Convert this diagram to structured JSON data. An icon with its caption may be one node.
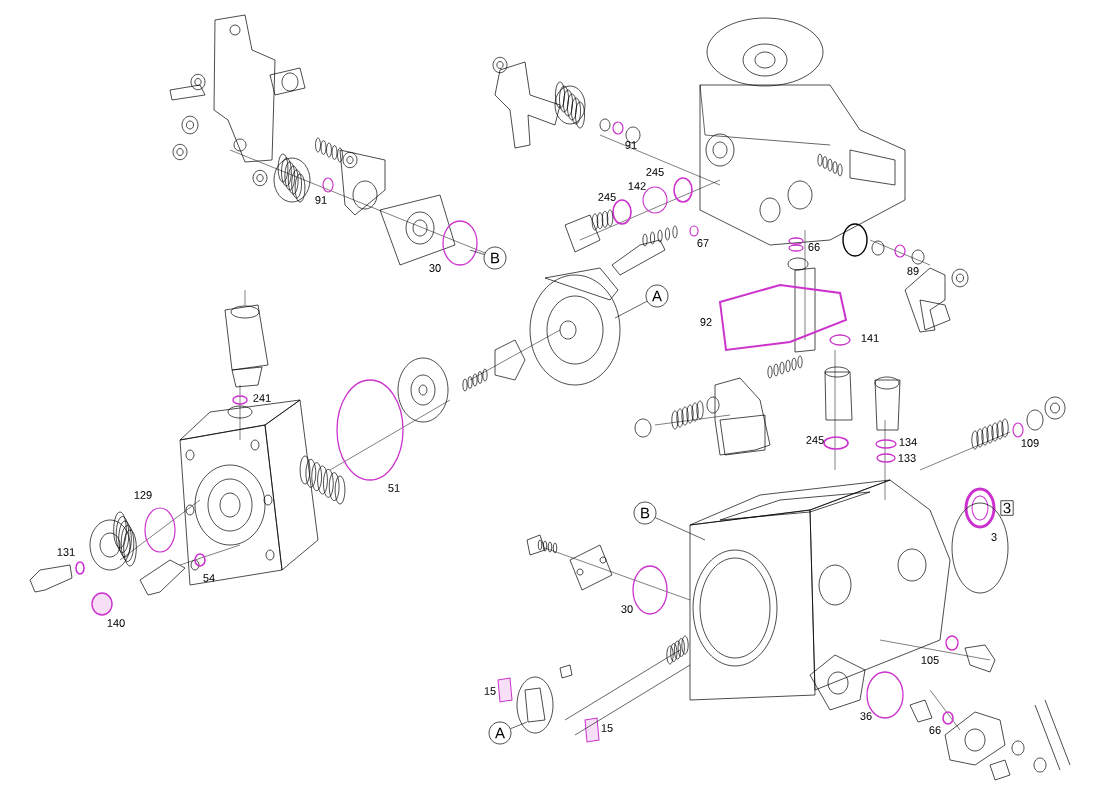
{
  "diagram": {
    "nodes": [
      {
        "text": [
          "B"
        ]
      },
      {
        "text": [
          "A"
        ]
      },
      {
        "text": [
          "3"
        ]
      },
      {
        "text": [
          "B"
        ]
      },
      {
        "text": [
          "A"
        ]
      }
    ],
    "edges": [
      {
        "from": 0,
        "to": null,
        "arrow": "none"
      },
      {
        "from": 1,
        "to": null,
        "arrow": "none"
      },
      {
        "from": 3,
        "to": null,
        "arrow": "none"
      },
      {
        "from": 4,
        "to": null,
        "arrow": "none"
      }
    ],
    "labels": [
      "91",
      "245",
      "142",
      "91",
      "245",
      "67",
      "66",
      "30",
      "89",
      "92",
      "141",
      "241",
      "245",
      "134",
      "109",
      "133",
      "51",
      "129",
      "3",
      "131",
      "54",
      "30",
      "140",
      "105",
      "15",
      "36",
      "15",
      "66"
    ]
  }
}
